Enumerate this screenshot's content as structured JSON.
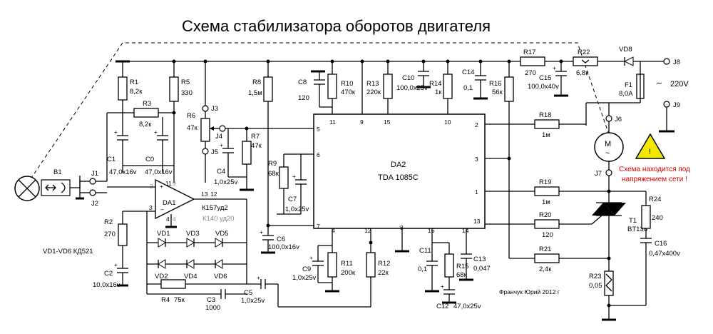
{
  "title": "Схема стабилизатора оборотов двигателя",
  "author": "Франчук Юрий 2012 г",
  "warning": [
    "Схема находится под",
    "напряжением сети !"
  ],
  "mains": "220V",
  "diode_note": "VD1-VD6 КД521",
  "ics": [
    {
      "ref": "DA2",
      "name": "TDA 1085C",
      "pins": [
        "11",
        "9",
        "15",
        "10",
        "5",
        "6",
        "7",
        "4",
        "12",
        "8",
        "16",
        "14",
        "2",
        "3",
        "1",
        "13"
      ]
    },
    {
      "ref": "DA1",
      "name": "К157уд2",
      "alt": "К140 уд20",
      "pins": [
        "11",
        "2",
        "13",
        "12",
        "3",
        "4"
      ]
    }
  ],
  "components": {
    "R1": "8,2к",
    "R2": "270",
    "R3": "8,2к",
    "R4": "75к",
    "R5": "330",
    "R6": "47к",
    "R7": "47к",
    "R8": "1,5м",
    "R9": "68к",
    "R10": "470к",
    "R11": "200к",
    "R12": "22к",
    "R13": "220к",
    "R14": "1к",
    "R15": "68к",
    "R16": "56к",
    "R17": "270",
    "R18": "1м",
    "R19": "1м",
    "R20": "120",
    "R21": "2,4к",
    "R22": "6,8к",
    "R23": "0,05",
    "R24": "240",
    "C0": "47,0х16v",
    "C1": "47,0х16v",
    "C2": "10,0х16v",
    "C3": "1000",
    "C4": "1,0х25v",
    "C5": "1,0х25v",
    "C6": "100,0х16v",
    "C7": "1,0х25v",
    "C8": "120",
    "C9": "1,0х25v",
    "C10": "100,0х25v",
    "C11": "0,1",
    "C12": "47,0х25v",
    "C13": "0,047",
    "C14": "0,1",
    "C15": "100,0х40v",
    "C16": "0,47х400v",
    "F1": "8,0А",
    "T1": "BT138"
  },
  "other_refs": [
    "B1",
    "J1",
    "J2",
    "J3",
    "J4",
    "J5",
    "J6",
    "J7",
    "J8",
    "J9",
    "VD1",
    "VD2",
    "VD3",
    "VD4",
    "VD5",
    "VD6",
    "VD8",
    "M"
  ]
}
